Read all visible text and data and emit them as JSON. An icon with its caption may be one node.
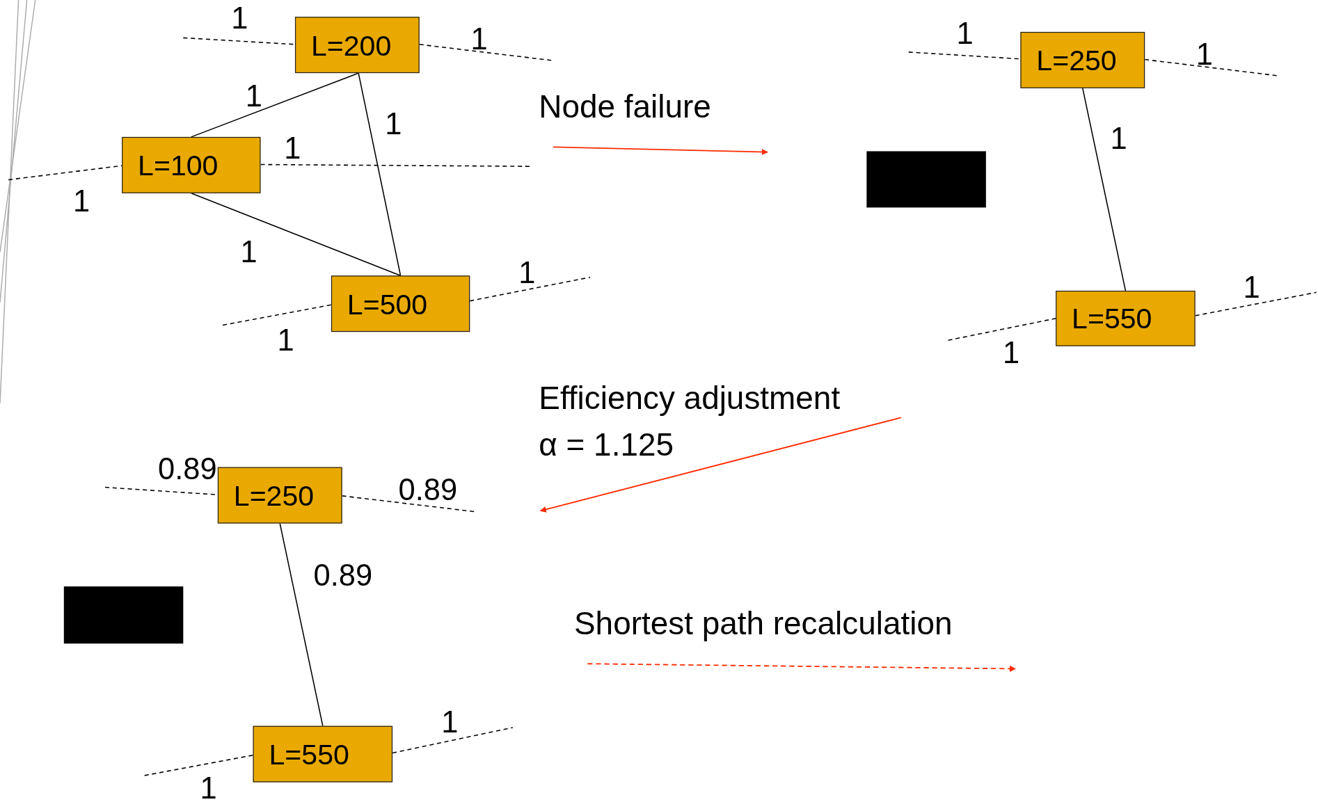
{
  "diagram": {
    "nodes": [
      {
        "text": [
          "L=200"
        ]
      },
      {
        "text": [
          "L=100"
        ]
      },
      {
        "text": [
          "L=500"
        ]
      },
      {
        "text": [
          "L=250"
        ]
      },
      {
        "text": [],
        "shape": "box"
      },
      {
        "text": [
          "L=550"
        ]
      },
      {
        "text": [
          "L=250"
        ]
      },
      {
        "text": [],
        "shape": "box"
      },
      {
        "text": [
          "L=550"
        ]
      }
    ],
    "edges": [
      {
        "from": null,
        "to": 0,
        "arrow": "none",
        "style": "dashed",
        "label": "1"
      },
      {
        "from": 0,
        "to": null,
        "arrow": "none",
        "style": "dashed",
        "label": "1"
      },
      {
        "from": 1,
        "to": 0,
        "arrow": "none",
        "label": "1"
      },
      {
        "from": 0,
        "to": 2,
        "arrow": "none",
        "label": "1"
      },
      {
        "from": null,
        "to": 1,
        "arrow": "none",
        "style": "dashed",
        "label": "1"
      },
      {
        "from": 1,
        "to": null,
        "arrow": "none",
        "style": "dashed",
        "label": "1"
      },
      {
        "from": 1,
        "to": 2,
        "arrow": "none",
        "label": "1"
      },
      {
        "from": null,
        "to": 2,
        "arrow": "none",
        "style": "dashed",
        "label": "1"
      },
      {
        "from": 2,
        "to": null,
        "arrow": "none",
        "style": "dashed",
        "label": "1"
      },
      {
        "from": null,
        "to": 3,
        "arrow": "none",
        "style": "dashed",
        "label": "1"
      },
      {
        "from": 3,
        "to": null,
        "arrow": "none",
        "style": "dashed",
        "label": "1"
      },
      {
        "from": 3,
        "to": 5,
        "arrow": "none",
        "label": "1"
      },
      {
        "from": null,
        "to": 5,
        "arrow": "none",
        "style": "dashed",
        "label": "1"
      },
      {
        "from": 5,
        "to": null,
        "arrow": "none",
        "style": "dashed",
        "label": "1"
      },
      {
        "from": null,
        "to": 6,
        "arrow": "none",
        "style": "dashed",
        "label": "0.89"
      },
      {
        "from": 6,
        "to": null,
        "arrow": "none",
        "style": "dashed",
        "label": "0.89"
      },
      {
        "from": 6,
        "to": 8,
        "arrow": "none",
        "label": "0.89"
      },
      {
        "from": null,
        "to": 8,
        "arrow": "none",
        "style": "dashed",
        "label": "1"
      },
      {
        "from": 8,
        "to": null,
        "arrow": "none",
        "style": "dashed",
        "label": "1"
      }
    ],
    "labels": [
      "Node failure",
      "Efficiency adjustment",
      "α = 1.125",
      "Shortest path recalculation"
    ]
  }
}
